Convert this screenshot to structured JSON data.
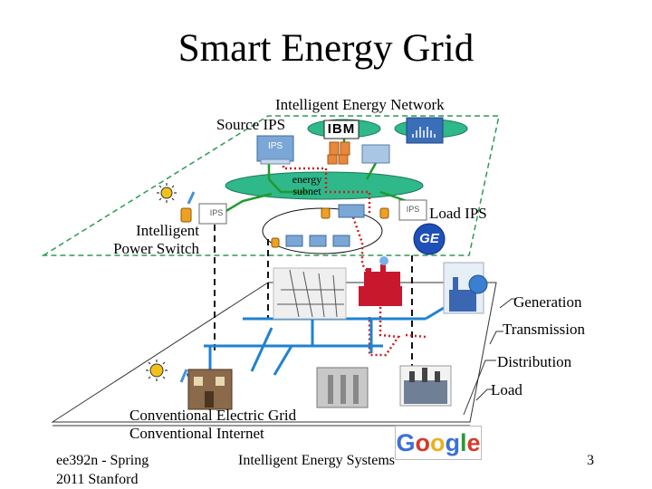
{
  "slide": {
    "title": "Smart Energy Grid"
  },
  "labels": {
    "network": "Intelligent Energy Network",
    "source_ips": "Source IPS",
    "energy_subnet_line1": "energy",
    "energy_subnet_line2": "subnet",
    "load_ips": "Load IPS",
    "power_switch_line1": "Intelligent",
    "power_switch_line2": "Power Switch",
    "generation": "Generation",
    "transmission": "Transmission",
    "distribution": "Distribution",
    "load": "Load",
    "conventional_grid": "Conventional Electric Grid",
    "conventional_internet": "Conventional Internet"
  },
  "footer": {
    "course_line1": "ee392n - Spring",
    "course_line2": "2011 Stanford",
    "center": "Intelligent Energy Systems",
    "page": "3"
  },
  "logos": {
    "ibm": "IBM",
    "ge": "GE",
    "google": [
      "G",
      "o",
      "o",
      "g",
      "l",
      "e"
    ],
    "ips_badge": "IPS"
  },
  "colors": {
    "network_green": "#2fb88a",
    "plane_green": "#2e9a55",
    "wire_green": "#1f9a2e",
    "grid_blue": "#1e82d2",
    "dotted_red": "#cc1f1f",
    "google_blue": "#3b6fd8",
    "google_red": "#d63a2a",
    "google_yellow": "#e8b21c",
    "google_green": "#2a9a3a"
  }
}
